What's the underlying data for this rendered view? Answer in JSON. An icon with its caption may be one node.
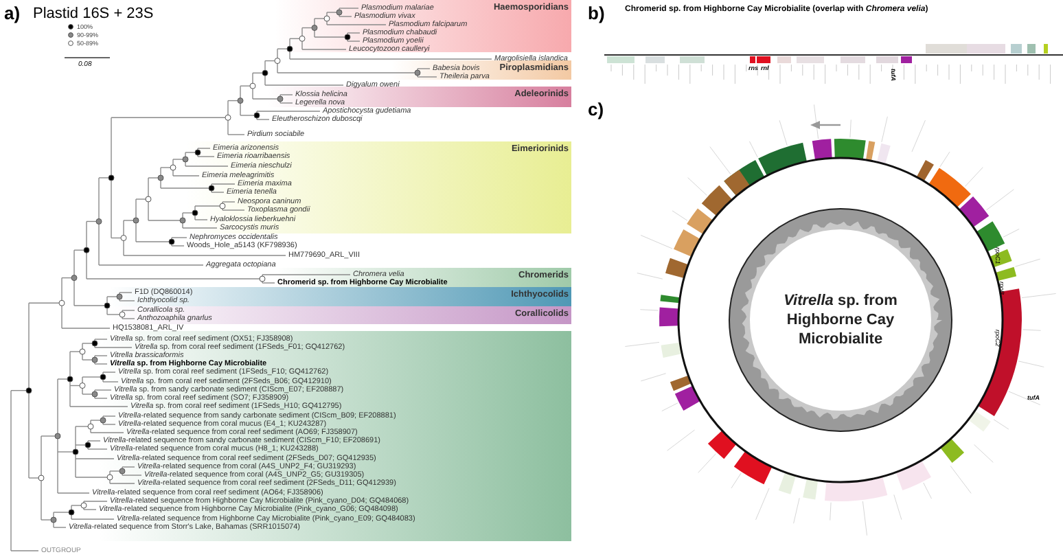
{
  "diagram": {
    "title": "Plastid 16S + 23S",
    "nodes": [
      {
        "text": [
          "Haemosporidians"
        ]
      },
      {
        "text": [
          "Piroplasmidians"
        ]
      },
      {
        "text": [
          "Adeleorinids"
        ]
      },
      {
        "text": [
          "Eimeriorinids"
        ]
      },
      {
        "text": [
          "Chromerids"
        ]
      },
      {
        "text": [
          "Ichthyocolids"
        ]
      },
      {
        "text": [
          "Corallicolids"
        ]
      },
      {
        "text": [],
        "shape": "box"
      },
      {
        "text": [
          "*Vitrella* sp. from Highborne Cay Microbialite"
        ]
      }
    ],
    "labels": [
      "a)",
      "0.08",
      "Plasmodium malariae",
      "Plasmodium vivax",
      "Plasmodium falciparum",
      "Plasmodium chabaudi",
      "Plasmodium yoelii",
      "Leucocytozoon caulleryi",
      "Margolisiella islandica",
      "Babesia bovis",
      "Theileria parva",
      "Digyalum oweni",
      "Klossia helicina",
      "Legerella nova",
      "Apostichocysta gudetiama",
      "Eleutheroschizon duboscqi",
      "Pirdium sociabile",
      "Eimeria arizonensis",
      "Eimeria rioarribaensis",
      "Eimeria nieschulzi",
      "Eimeria meleagrimitis",
      "Eimeria maxima",
      "Eimeria tenella",
      "Neospora caninum",
      "Toxoplasma gondii",
      "Hyaloklossia lieberkuehni",
      "Sarcocystis muris",
      "Nephromyces occidentalis",
      "Woods_Hole_a5143 (KF798936)",
      "HM779690_ARL_VIII",
      "Aggregata octopiana",
      "Chromera velia",
      "Chromerid sp. from Highborne Cay Microbialite",
      "F1D (DQ860014)",
      "Ichthyocolid sp.",
      "Corallicola sp.",
      "Anthozoaphila gnarlus",
      "HQ1538081_ARL_IV",
      "*Vitrella* sp. from coral reef sediment (OX51; FJ358908)",
      "*Vitrella* sp. from coral reef sediment (1FSeds_F01; GQ412762)",
      "*Vitrella brassicaformis*",
      "*Vitrella* sp. from Highborne Cay Microbialite",
      "*Vitrella* sp. from coral reef sediment (1FSeds_F10; GQ412762)",
      "*Vitrella* sp. from coral reef sediment (2FSeds_B06; GQ412910)",
      "*Vitrella* sp. from sandy carbonate sediment (CIScm_E07; EF208887)",
      "*Vitrella* sp. from coral reef sediment (SO7; FJ358909)",
      "*Vitrella* sp. from coral reef sediment (1FSeds_H10; GQ412795)",
      "*Vitrella*-related sequence from sandy carbonate sediment (CIScm_B09; EF208881)",
      "*Vitrella*-related sequence from coral mucus (E4_1; KU243287)",
      "*Vitrella*-related sequence from coral reef sediment (AO69; FJ358907)",
      "*Vitrella*-related sequence from sandy carbonate sediment (CIScm_F10; EF208691)",
      "*Vitrella*-related sequence from coral mucus (H8_1; KU243288)",
      "*Vitrella*-related sequence from coral reef sediment (2FSeds_D07; GQ412935)",
      "*Vitrella*-related sequence from coral (A4S_UNP2_F4; GU319293)",
      "*Vitrella*-related sequence from coral (A4S_UNP2_G5; GU319305)",
      "*Vitrella*-related sequence from coral reef sediment (2FSeds_D11; GQ412939)",
      "*Vitrella*-related sequence from coral reef sediment (AO64; FJ358906)",
      "*Vitrella*-related sequence from Highborne Cay Microbialite (Pink_cyano_D04; GQ484068)",
      "*Vitrella*-related sequence from Highborne Cay Microbialite (Pink_cyano_G06; GQ484098)",
      "*Vitrella*-related sequence from Highborne Cay Microbialite (Pink_cyano_E09; GQ484083)",
      "*Vitrella*-related sequence from Storr's Lake, Bahamas (SRR1015074)",
      "OUTGROUP",
      "b)",
      "Chromerid sp. from Highborne Cay Microbialite  (overlap with *Chromera velia*)",
      "rns",
      "rnl",
      "tufA",
      "c)",
      "rpoB",
      "rpoC1",
      "rpoC2",
      "tufA"
    ],
    "legend": [
      {
        "text": "100%"
      },
      {
        "text": "90-99%"
      },
      {
        "text": "50-89%"
      }
    ]
  }
}
